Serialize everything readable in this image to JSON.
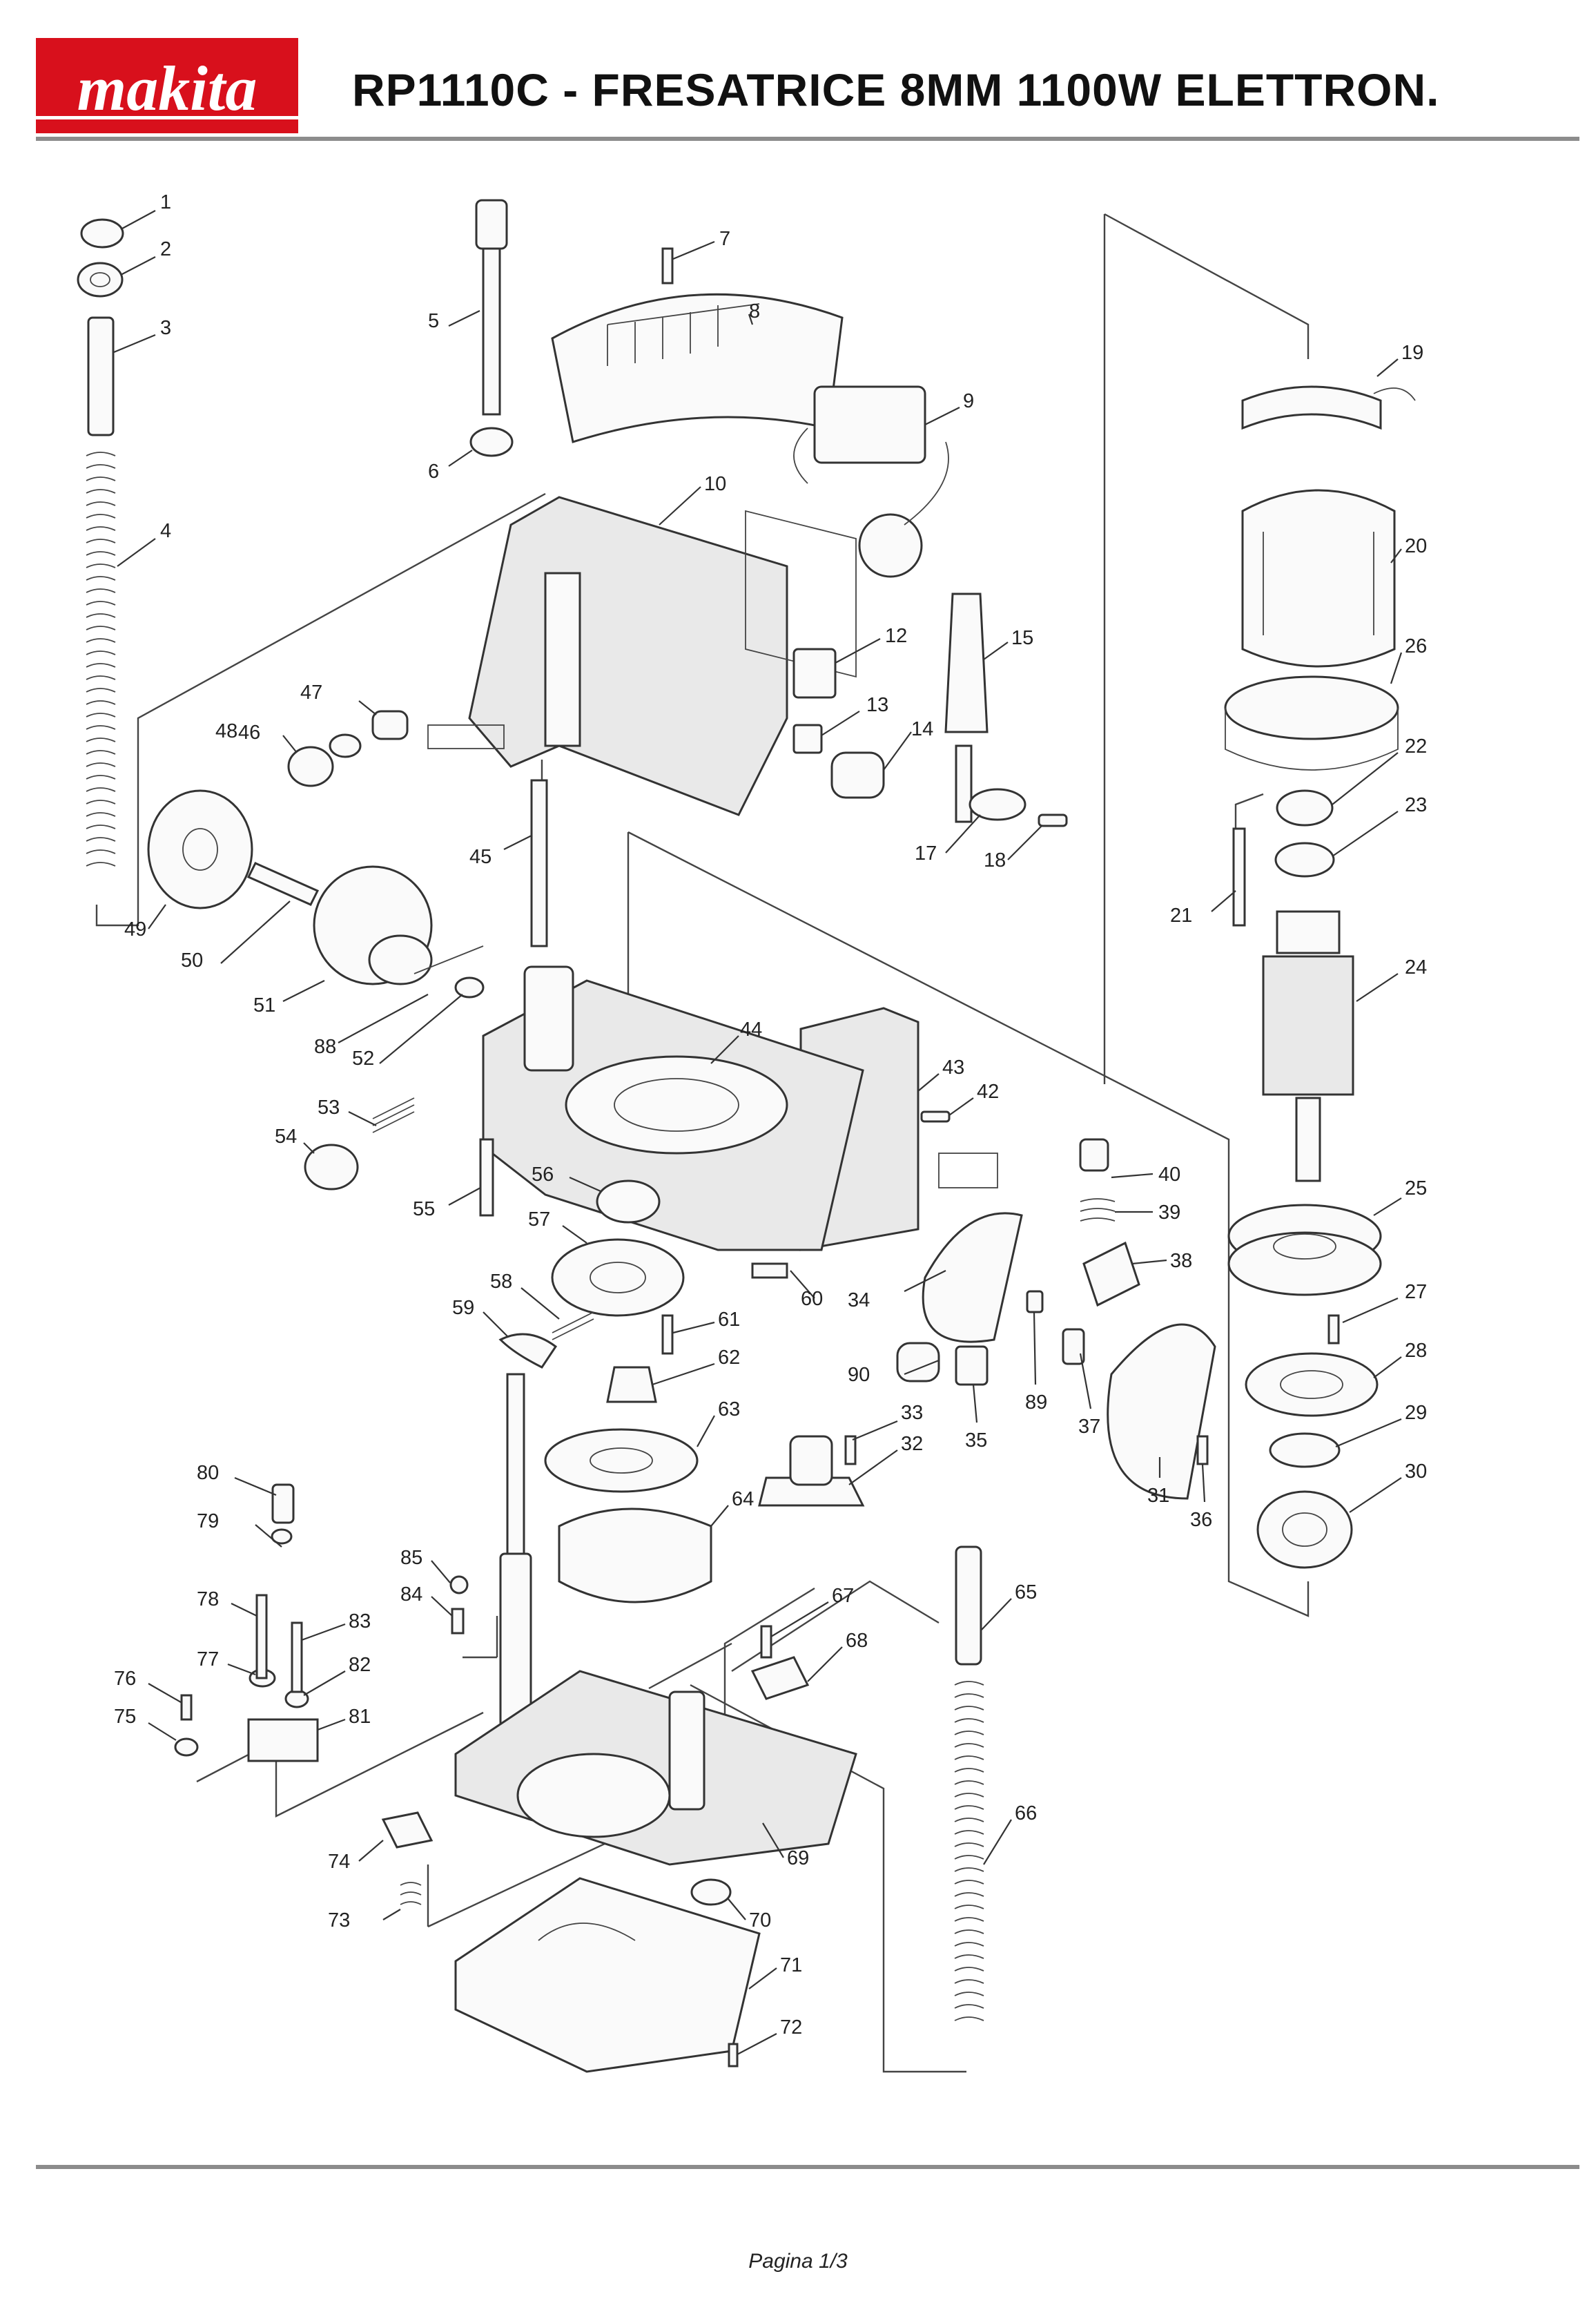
{
  "header": {
    "logo_text": "makita",
    "title": "RP1110C - FRESATRICE 8MM 1100W ELETTRON."
  },
  "footer": {
    "page": "Pagina 1/3"
  },
  "colors": {
    "brand_red": "#d8101c",
    "rule_gray": "#8c8c8c",
    "line": "#333333"
  },
  "diagram": {
    "part_labels": [
      "1",
      "2",
      "3",
      "4",
      "5",
      "6",
      "7",
      "8",
      "9",
      "10",
      "12",
      "13",
      "14",
      "15",
      "17",
      "18",
      "19",
      "20",
      "21",
      "22",
      "23",
      "24",
      "25",
      "26",
      "27",
      "28",
      "29",
      "30",
      "31",
      "32",
      "33",
      "34",
      "35",
      "36",
      "37",
      "38",
      "39",
      "40",
      "42",
      "43",
      "44",
      "45",
      "46",
      "47",
      "48",
      "49",
      "50",
      "51",
      "52",
      "53",
      "54",
      "55",
      "56",
      "57",
      "58",
      "59",
      "60",
      "61",
      "62",
      "63",
      "64",
      "65",
      "66",
      "67",
      "68",
      "69",
      "70",
      "71",
      "72",
      "73",
      "74",
      "75",
      "76",
      "77",
      "78",
      "79",
      "80",
      "81",
      "82",
      "83",
      "84",
      "85",
      "88",
      "89",
      "90"
    ]
  }
}
